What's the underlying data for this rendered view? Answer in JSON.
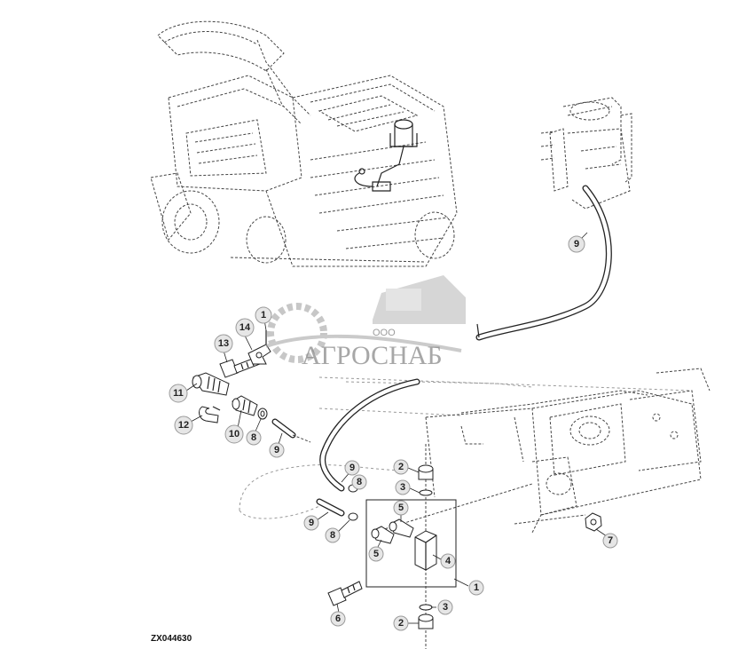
{
  "figure_code": "ZX044630",
  "watermark": {
    "company_prefix": "ООО",
    "company_name": "АГРОСНАБ",
    "logo_icon": "gear-combine-logo-icon"
  },
  "callouts": [
    {
      "id": "c1",
      "label": "1"
    },
    {
      "id": "c2a",
      "label": "2"
    },
    {
      "id": "c2b",
      "label": "2"
    },
    {
      "id": "c3a",
      "label": "3"
    },
    {
      "id": "c3b",
      "label": "3"
    },
    {
      "id": "c4",
      "label": "4"
    },
    {
      "id": "c5a",
      "label": "5"
    },
    {
      "id": "c5b",
      "label": "5"
    },
    {
      "id": "c6",
      "label": "6"
    },
    {
      "id": "c7",
      "label": "7"
    },
    {
      "id": "c8a",
      "label": "8"
    },
    {
      "id": "c8b",
      "label": "8"
    },
    {
      "id": "c8c",
      "label": "8"
    },
    {
      "id": "c9a",
      "label": "9"
    },
    {
      "id": "c9b",
      "label": "9"
    },
    {
      "id": "c9c",
      "label": "9"
    },
    {
      "id": "c9d",
      "label": "9"
    },
    {
      "id": "c10",
      "label": "10"
    },
    {
      "id": "c11",
      "label": "11"
    },
    {
      "id": "c12",
      "label": "12"
    },
    {
      "id": "c13",
      "label": "13"
    },
    {
      "id": "c14",
      "label": "14"
    },
    {
      "id": "c15",
      "label": "1"
    }
  ]
}
